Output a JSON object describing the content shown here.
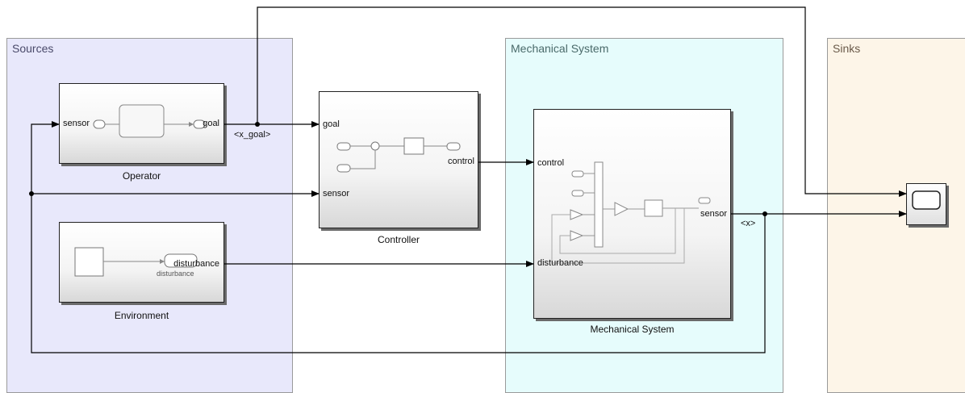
{
  "areas": {
    "sources": "Sources",
    "mechanical": "Mechanical System",
    "sinks": "Sinks"
  },
  "blocks": {
    "operator": {
      "label": "Operator",
      "in_port": "sensor",
      "out_port": "goal"
    },
    "controller": {
      "label": "Controller",
      "in_goal": "goal",
      "in_sensor": "sensor",
      "out_port": "control"
    },
    "environment": {
      "label": "Environment",
      "out_port": "disturbance",
      "inner_text": "disturbance"
    },
    "mechanical": {
      "label": "Mechanical System",
      "in_control": "control",
      "in_disturbance": "disturbance",
      "out_port": "sensor"
    },
    "scope": {
      "icon": "scope-icon"
    }
  },
  "signals": {
    "x_goal": "<x_goal>",
    "x": "<x>"
  },
  "colors": {
    "sources_bg": "#e8e8fb",
    "mechanical_bg": "#e6fcfc",
    "sinks_bg": "#fdf5e8"
  }
}
